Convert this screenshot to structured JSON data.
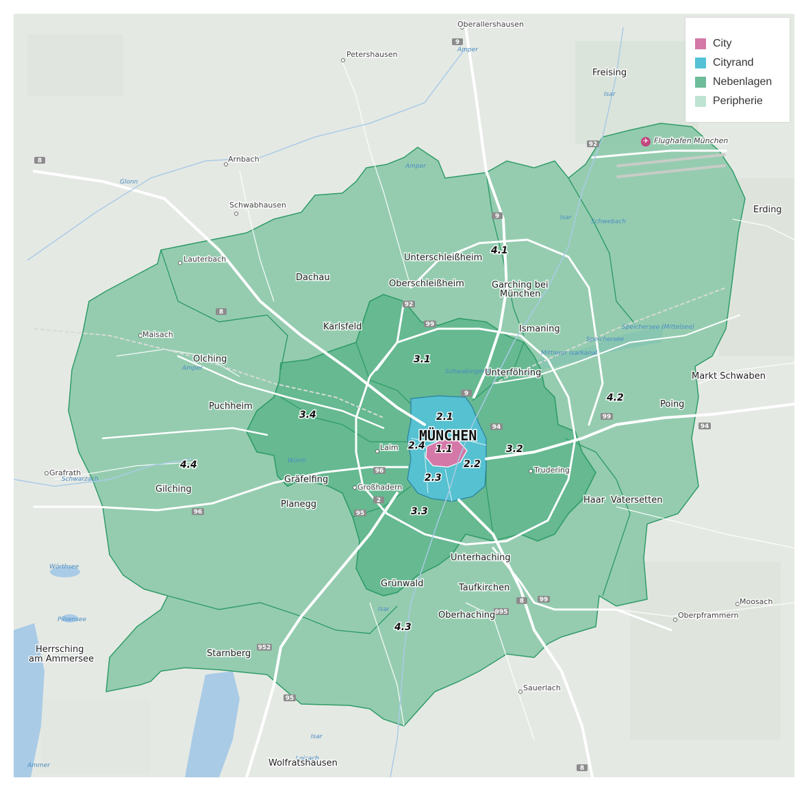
{
  "legend": {
    "items": [
      {
        "label": "City",
        "color": "#d478a8"
      },
      {
        "label": "Cityrand",
        "color": "#55c1d6"
      },
      {
        "label": "Nebenlagen",
        "color": "#6ebc9a"
      },
      {
        "label": "Peripherie",
        "color": "#bfe3d3"
      }
    ]
  },
  "colors": {
    "background": "#e5e9e4",
    "peripherie_fill": "#7fc4a1",
    "nebenlagen_fill": "#3fa978",
    "cityrand_fill": "#55c1d6",
    "city_fill": "#d478a8",
    "border": "#2f9b67",
    "water": "#a9cbe6",
    "road": "#ffffff"
  },
  "map": {
    "city_name": "MÜNCHEN",
    "zones": [
      "1.1",
      "2.1",
      "2.2",
      "2.3",
      "2.4",
      "3.1",
      "3.2",
      "3.3",
      "3.4",
      "4.1",
      "4.2",
      "4.3",
      "4.4"
    ],
    "towns": {
      "oberallershausen": "Oberallershausen",
      "petershausen": "Petershausen",
      "freising": "Freising",
      "arnbach": "Arnbach",
      "schwabhausen": "Schwabhausen",
      "erding": "Erding",
      "lauterbach": "Lauterbach",
      "dachau": "Dachau",
      "unterschleissheim": "Unterschleißheim",
      "oberschleissheim": "Oberschleißheim",
      "garching_1": "Garching bei",
      "garching_2": "München",
      "karlsfeld": "Karlsfeld",
      "ismaning": "Ismaning",
      "maisach": "Maisach",
      "olching": "Olching",
      "unterfoehring": "Unterföhring",
      "markt_schwaben": "Markt Schwaben",
      "puchheim": "Puchheim",
      "poing": "Poing",
      "laim": "Laim",
      "trudering": "Trudering",
      "grafrath": "Grafrath",
      "graefelfing": "Gräfelfing",
      "gilching": "Gilching",
      "grosshadern": "Großhadern",
      "planegg": "Planegg",
      "haar": "Haar",
      "vatersetten": "Vatersetten",
      "unterhaching": "Unterhaching",
      "gruenwald": "Grünwald",
      "taufkirchen": "Taufkirchen",
      "moosach": "Moosach",
      "oberhaching": "Oberhaching",
      "oberpframmern": "Oberpframmern",
      "herrsching_1": "Herrsching",
      "herrsching_2": "am Ammersee",
      "starnberg": "Starnberg",
      "sauerlach": "Sauerlach",
      "wolfratshausen": "Wolfratshausen"
    },
    "airport": "Flughafen München",
    "water": {
      "speichersee": "Speichersee",
      "speichersee_small": "Speichersee (Mittelsee)",
      "isarkanal": "Mittlerer Isarkanal",
      "woerthsee": "Wörthsee",
      "pilsensee": "Pilsensee",
      "amper_1": "Amper",
      "amper_2": "Amper",
      "amper_3": "Amper",
      "amper_4": "Ammer",
      "isar_1": "Isar",
      "isar_2": "Isar",
      "isar_3": "Isar",
      "isar_4": "Isar",
      "glonn": "Glonn",
      "schwarzach": "Schwarzach",
      "schwabinger": "Schwabinger Bach",
      "wuerm": "Würm",
      "schwebach": "Schwebach",
      "loisach": "Loisach"
    },
    "shields": [
      "9",
      "92",
      "8",
      "9",
      "92",
      "99",
      "8",
      "9",
      "99",
      "94",
      "94",
      "96",
      "2",
      "95",
      "96",
      "8",
      "99",
      "995",
      "952",
      "95",
      "8"
    ]
  }
}
